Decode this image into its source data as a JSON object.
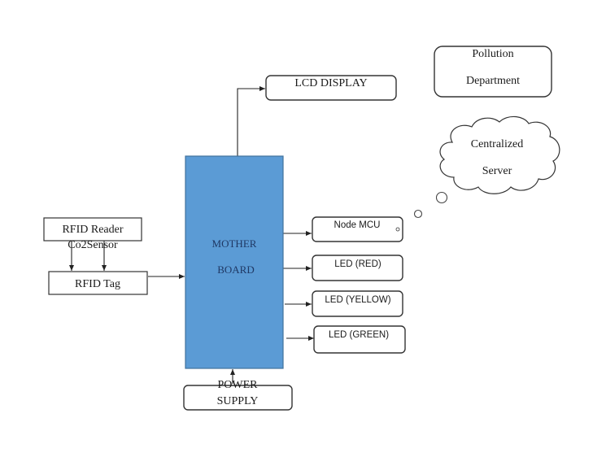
{
  "diagram": {
    "title": "",
    "nodes": {
      "rfid_reader": "RFID Reader",
      "co2_sensor": "Co2Sensor",
      "rfid_tag": "RFID Tag",
      "motherboard_line1": "MOTHER",
      "motherboard_line2": "BOARD",
      "lcd_display": "LCD DISPLAY",
      "power_line1": "POWER",
      "power_line2": "SUPPLY",
      "node_mcu": "Node MCU",
      "led_red": "LED (RED)",
      "led_yellow": "LED (YELLOW)",
      "led_green": "LED (GREEN)",
      "pollution_line1": "Pollution",
      "pollution_line2": "Department",
      "server_line1": "Centralized",
      "server_line2": "Server"
    },
    "edges": [
      {
        "from": "rfid_reader",
        "to": "rfid_tag"
      },
      {
        "from": "co2_sensor",
        "to": "rfid_tag"
      },
      {
        "from": "rfid_tag",
        "to": "motherboard"
      },
      {
        "from": "motherboard",
        "to": "lcd_display"
      },
      {
        "from": "power_supply",
        "to": "motherboard"
      },
      {
        "from": "motherboard",
        "to": "node_mcu"
      },
      {
        "from": "motherboard",
        "to": "led_red"
      },
      {
        "from": "motherboard",
        "to": "led_yellow"
      },
      {
        "from": "motherboard",
        "to": "led_green"
      },
      {
        "from": "node_mcu",
        "to": "centralized_server",
        "style": "thought-bubble"
      }
    ],
    "colors": {
      "motherboard_fill": "#5b9bd5",
      "motherboard_border": "#41719c",
      "motherboard_text": "#1f3864"
    }
  }
}
